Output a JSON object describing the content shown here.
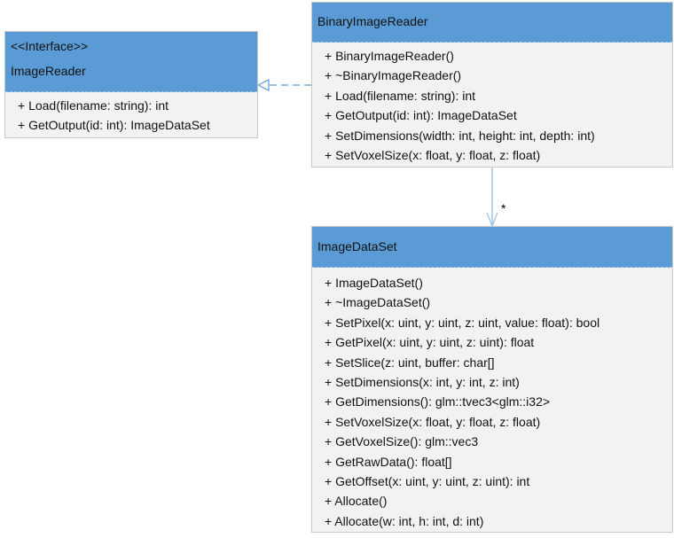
{
  "classes": {
    "image_reader": {
      "stereotype": "<<Interface>>",
      "name": "ImageReader",
      "methods": [
        "+ Load(filename: string): int",
        "+ GetOutput(id: int): ImageDataSet"
      ]
    },
    "binary_image_reader": {
      "name": "BinaryImageReader",
      "methods": [
        "+ BinaryImageReader()",
        "+ ~BinaryImageReader()",
        "+ Load(filename: string): int",
        "+ GetOutput(id: int): ImageDataSet",
        "+ SetDimensions(width: int, height: int, depth: int)",
        "+ SetVoxelSize(x: float, y: float, z: float)"
      ]
    },
    "image_data_set": {
      "name": "ImageDataSet",
      "methods": [
        "+ ImageDataSet()",
        "+ ~ImageDataSet()",
        "+ SetPixel(x: uint, y: uint, z: uint, value: float): bool",
        "+ GetPixel(x: uint, y: uint, z: uint): float",
        "+ SetSlice(z: uint, buffer: char[]",
        "+ SetDimensions(x: int, y: int, z: int)",
        "+ GetDimensions(): glm::tvec3<glm::i32>",
        "+ SetVoxelSize(x: float, y: float, z: float)",
        "+ GetVoxelSize(): glm::vec3",
        "+ GetRawData(): float[]",
        "+ GetOffset(x: uint, y: uint, z: uint): int",
        "+ Allocate()",
        "+ Allocate(w: int, h: int, d: int)"
      ]
    }
  },
  "relations": {
    "realization": {
      "from": "BinaryImageReader",
      "to": "ImageReader"
    },
    "association": {
      "from": "BinaryImageReader",
      "to": "ImageDataSet",
      "multiplicity": "*"
    }
  },
  "colors": {
    "header": "#5b9bd5",
    "body": "#f2f2f2",
    "connector": "#5b9bd5"
  }
}
